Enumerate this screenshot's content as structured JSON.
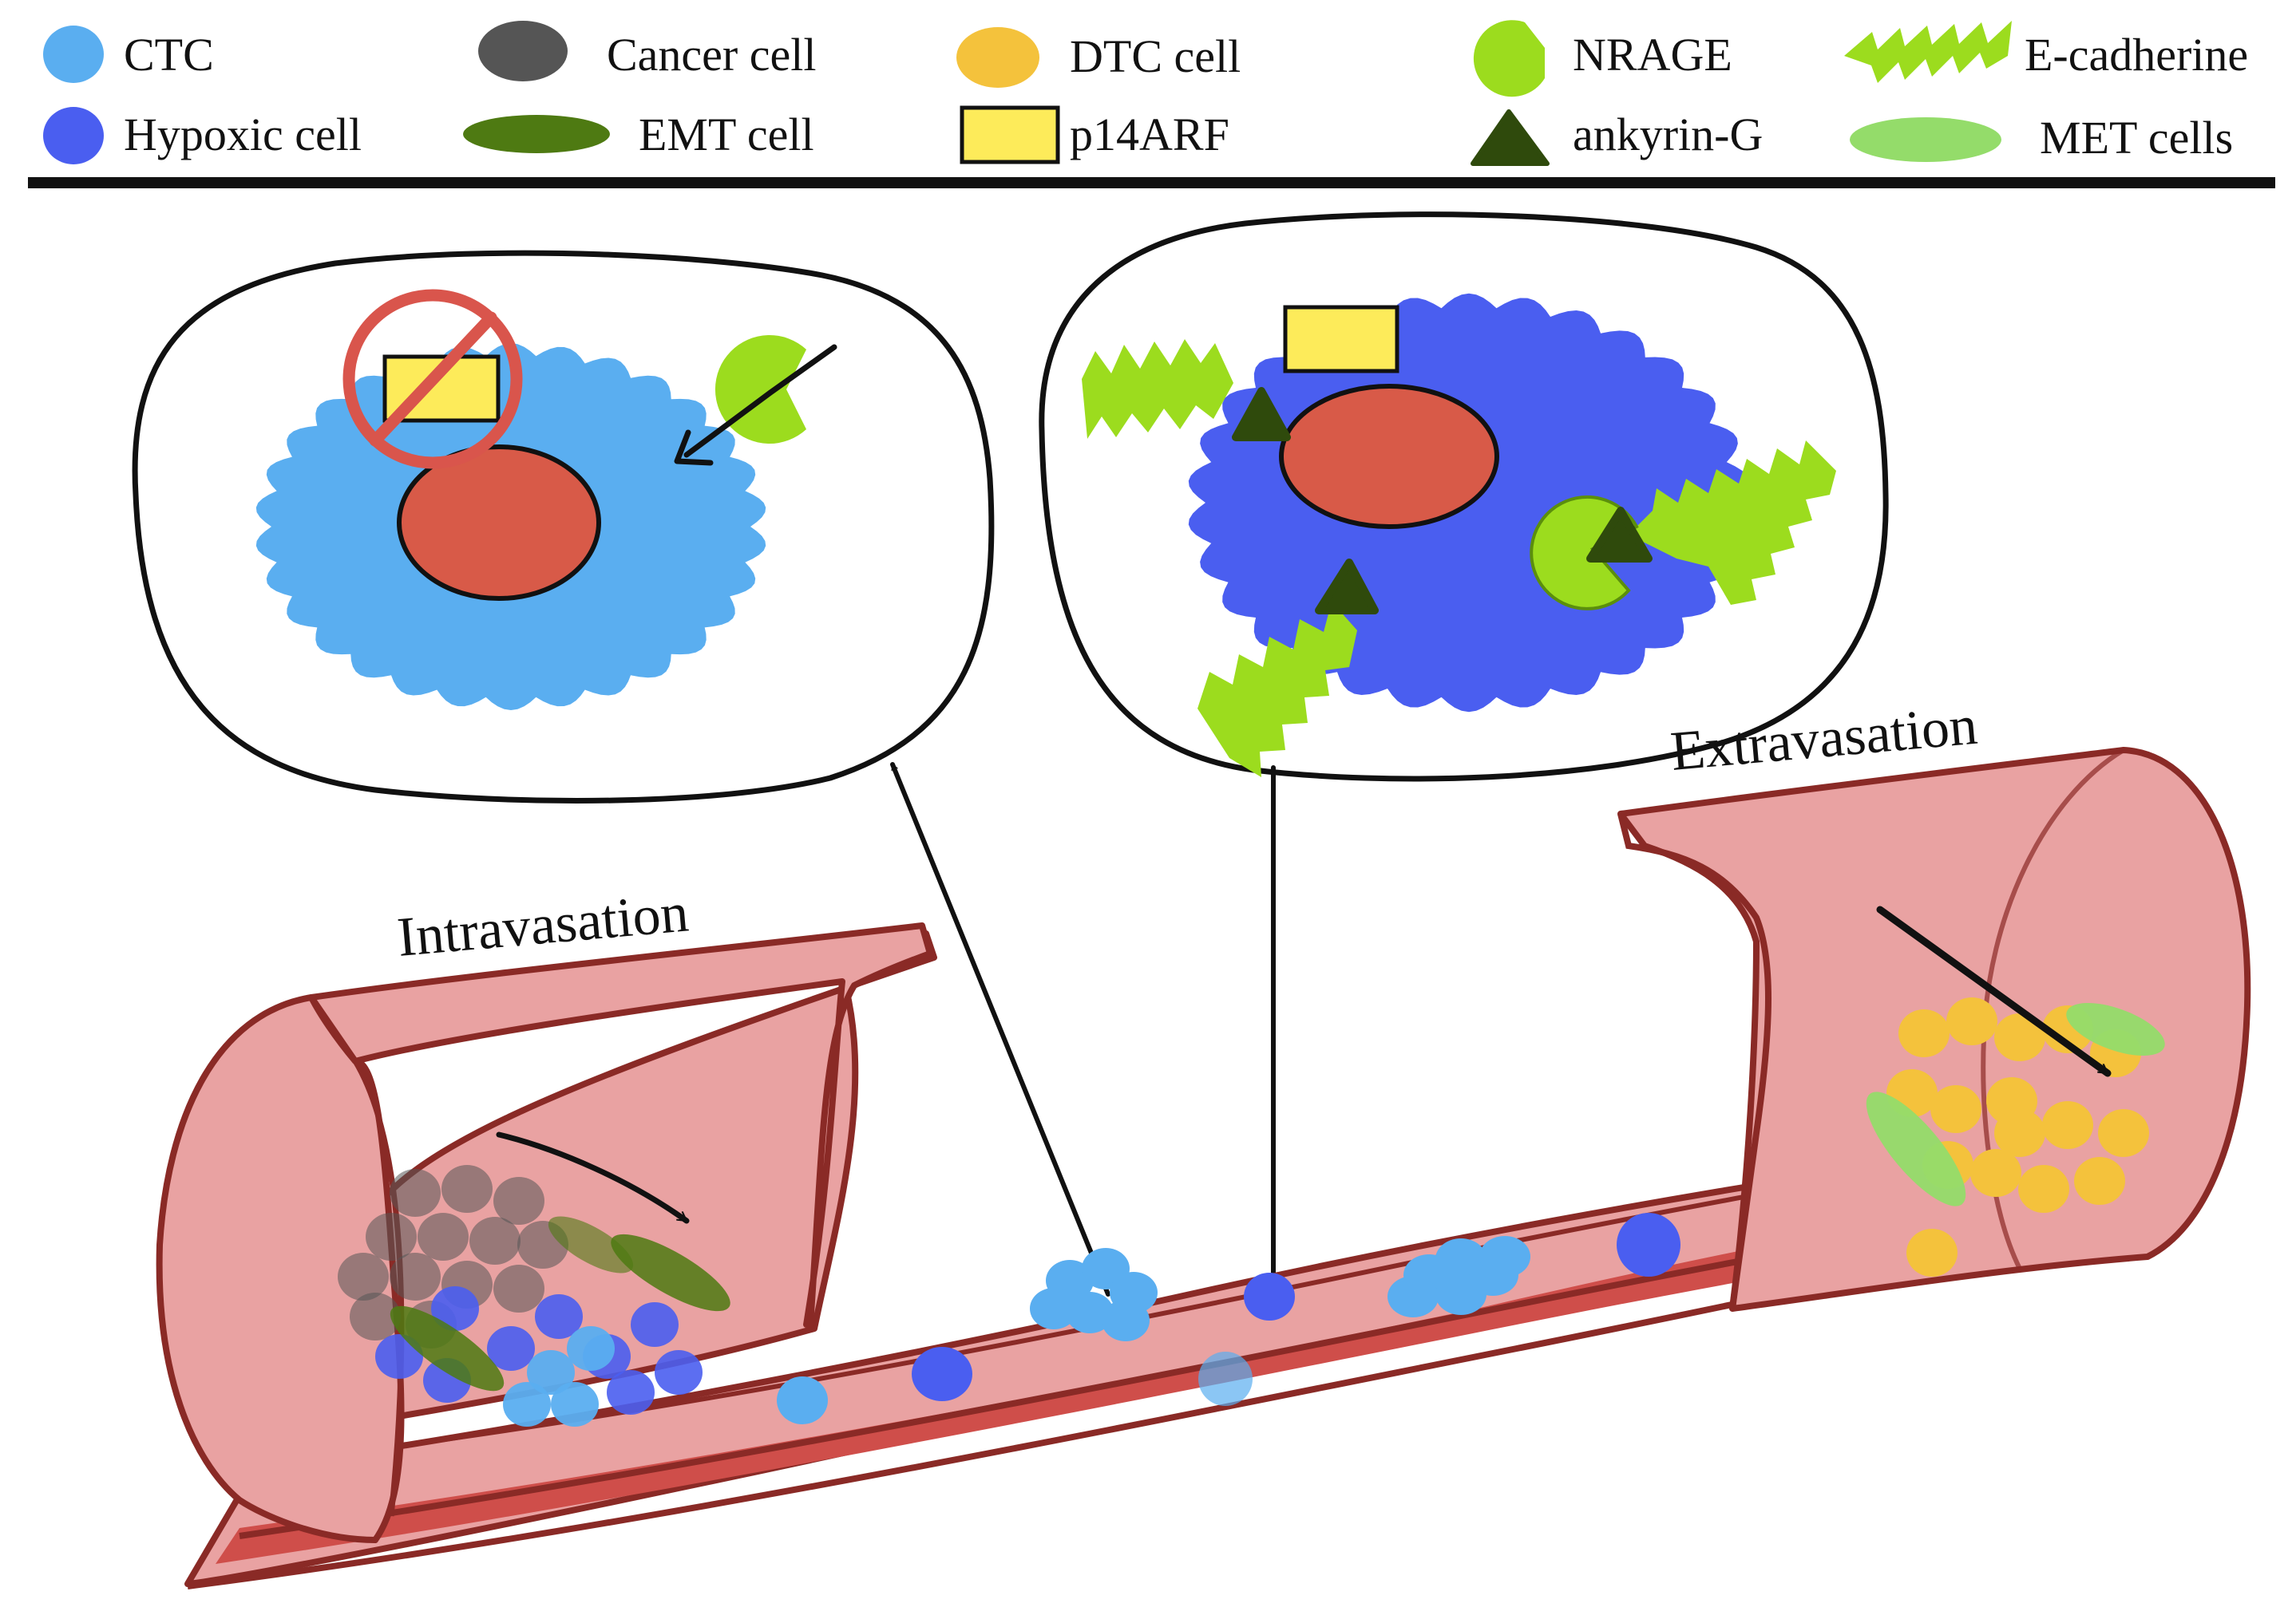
{
  "legend": {
    "ctc": "CTC",
    "cancer_cell": "Cancer cell",
    "dtc_cell": "DTC cell",
    "nrage": "NRAGE",
    "e_cadherine": "E-cadherine",
    "hypoxic_cell": "Hypoxic cell",
    "emt_cell": "EMT cell",
    "p14arf": "p14ARF",
    "ankyrin_g": "ankyrin-G",
    "met_cells": "MET cells"
  },
  "stages": {
    "intravasation": "Intravasation",
    "extravasation": "Extravasation"
  },
  "colors": {
    "ctc": "#5aaef0",
    "cancer_cell": "#555555",
    "dtc_cell": "#f4c23c",
    "nrage": "#9cdc1e",
    "e_cadherine": "#9cdc1e",
    "hypoxic_cell": "#4a5ef0",
    "emt_cell": "#4e7a12",
    "p14arf": "#fdeb5a",
    "ankyrin_g": "#2f4a0c",
    "met_cells": "#94dc6a",
    "nucleus": "#d85a48",
    "vessel": "#e9a2a2",
    "vessel_outline": "#8a2a26",
    "vessel_floor": "#cf4e4a",
    "inhibition_sign": "#d9554c"
  }
}
